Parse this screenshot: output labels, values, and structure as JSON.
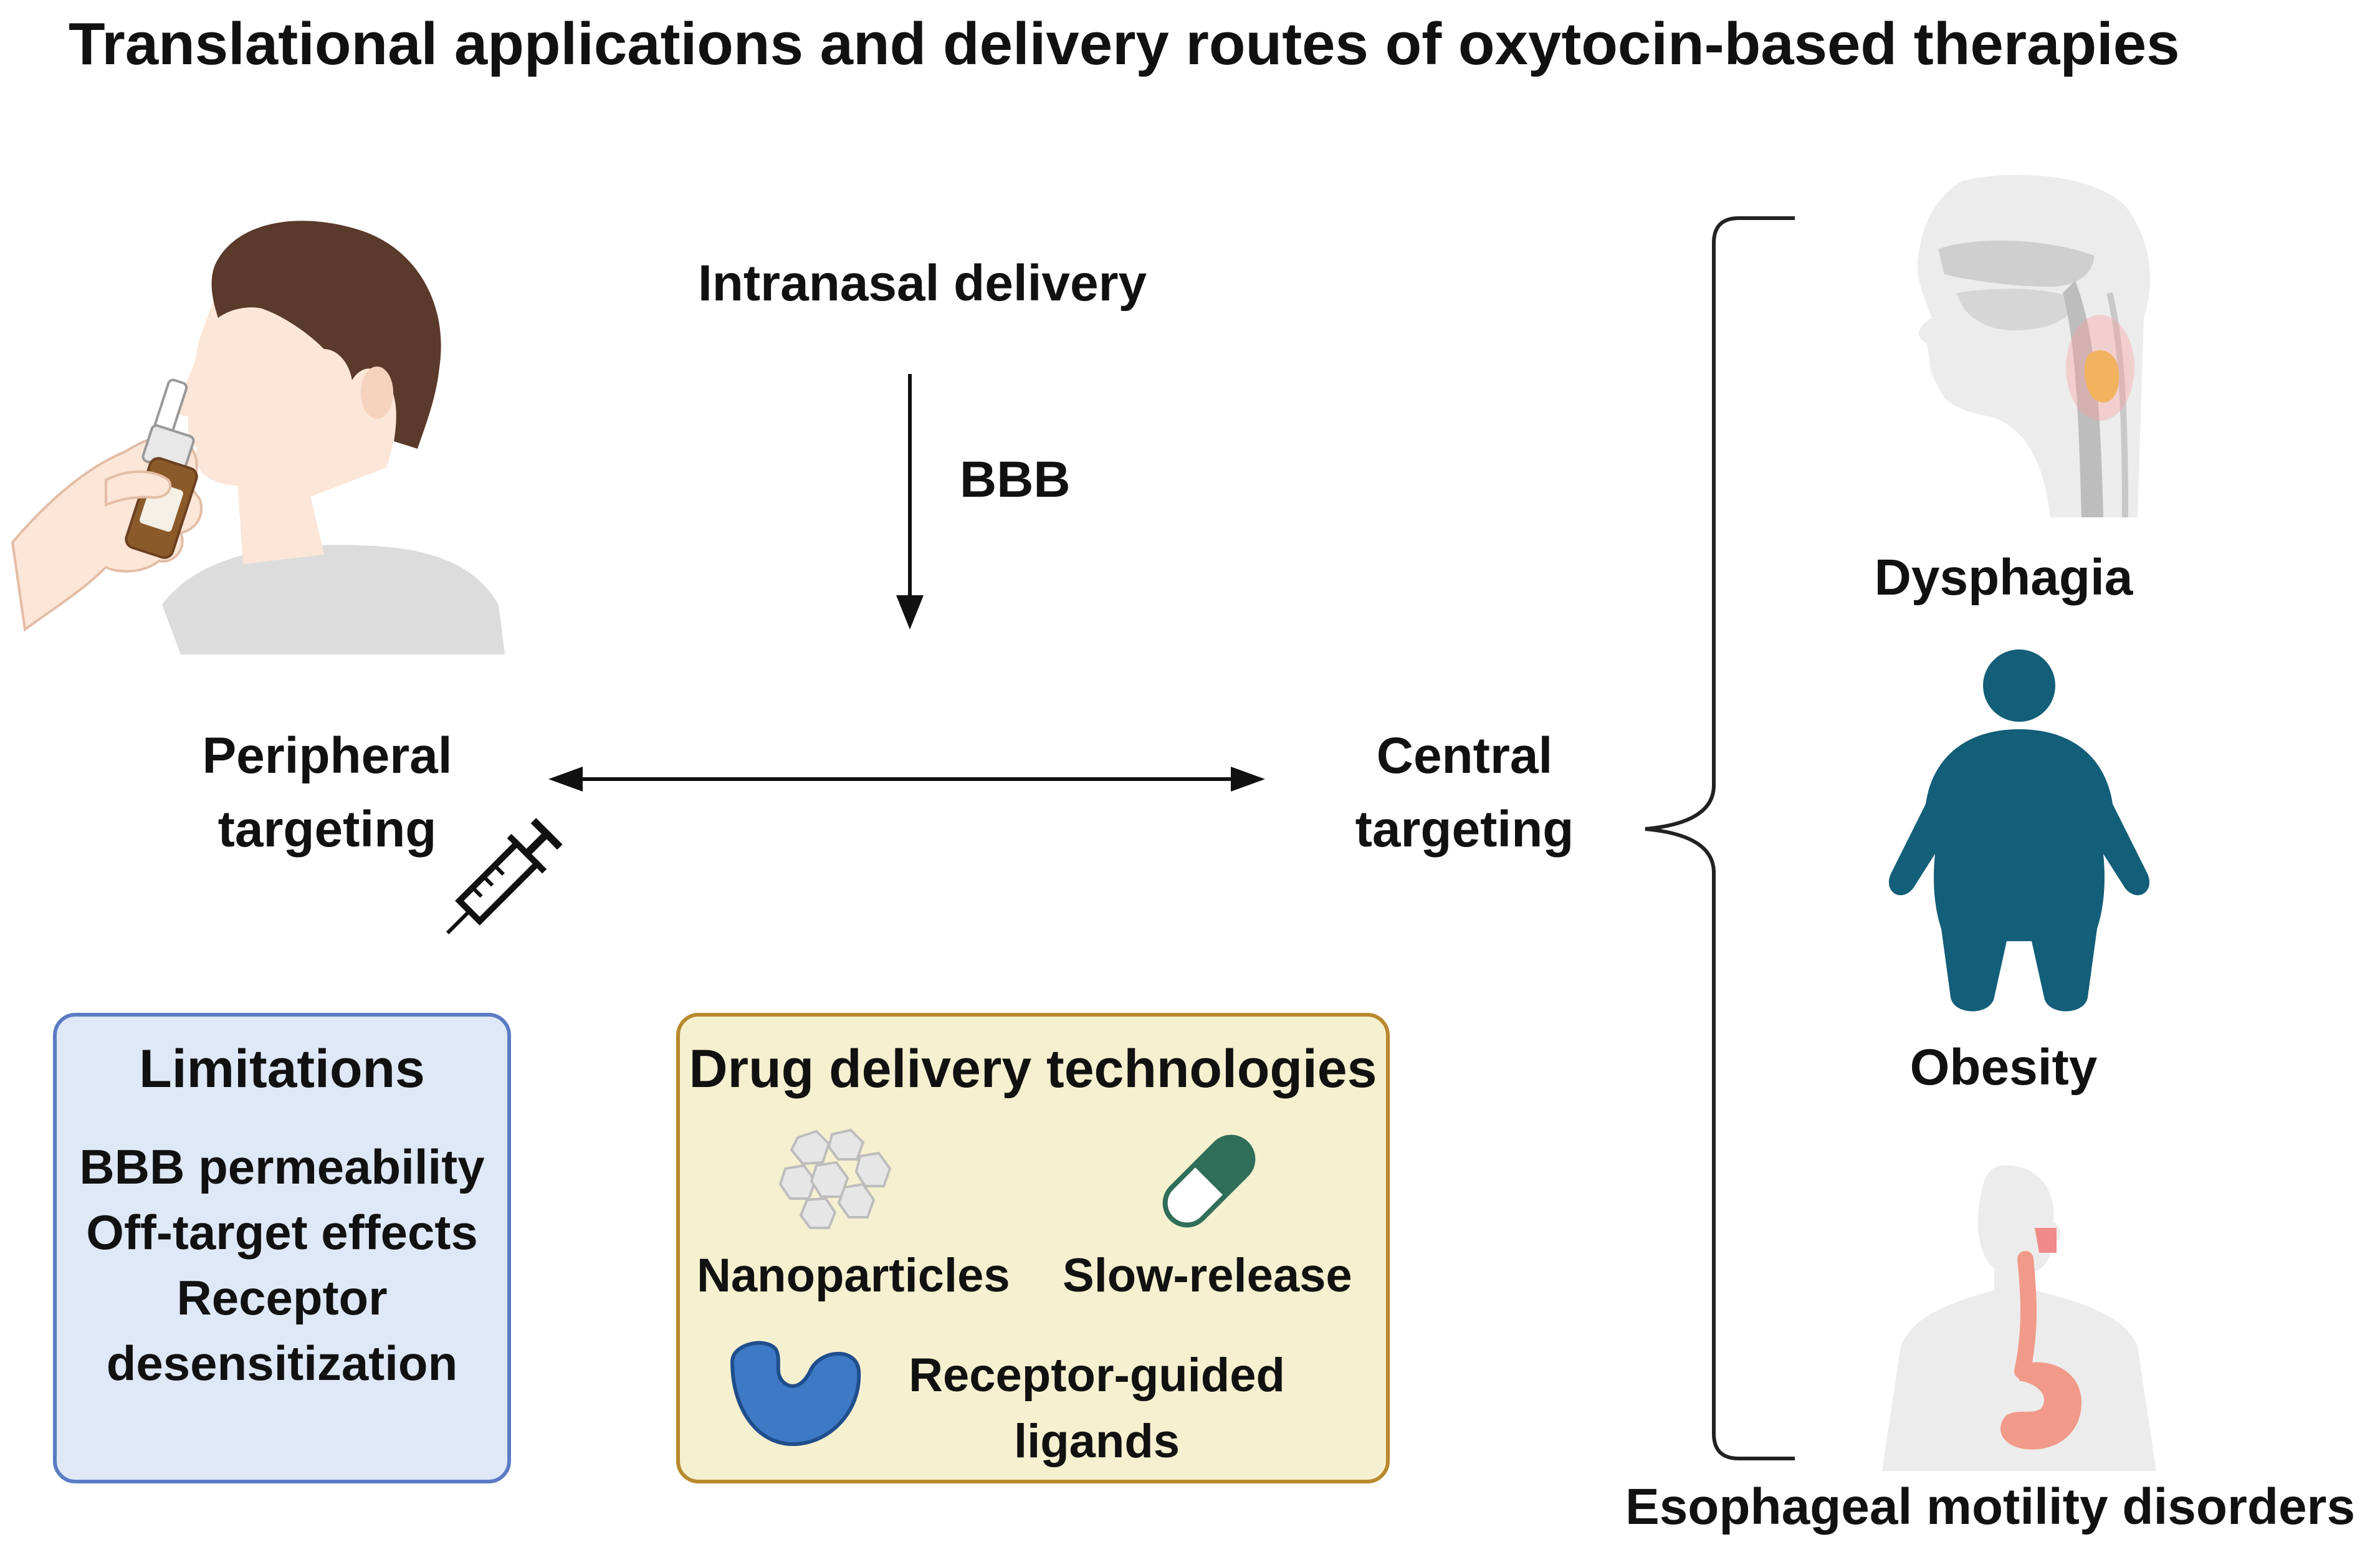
{
  "title": "Translational applications and delivery routes of oxytocin-based therapies",
  "center": {
    "intranasal": "Intranasal delivery",
    "bbb": "BBB",
    "peripheral_line1": "Peripheral",
    "peripheral_line2": "targeting",
    "central_line1": "Central",
    "central_line2": "targeting"
  },
  "limitations": {
    "title": "Limitations",
    "items": [
      "BBB permeability",
      "Off-target effects",
      "Receptor",
      "desensitization"
    ]
  },
  "drug_delivery": {
    "title": "Drug delivery technologies",
    "nanoparticles": "Nanoparticles",
    "slow_release": "Slow-release",
    "receptor_line1": "Receptor-guided",
    "receptor_line2": "ligands"
  },
  "conditions": [
    "Dysphagia",
    "Obesity",
    "Esophageal motility disorders"
  ],
  "colors": {
    "limitations_bg": "#dfe8f7",
    "limitations_border": "#5b7cc4",
    "drug_bg": "#f5f0cf",
    "drug_border": "#b8892e",
    "obesity_figure": "#135e78",
    "receptor_blue": "#3d79c4",
    "capsule_green": "#2f6e58",
    "hair_brown": "#5a3a2b",
    "skin": "#fbe6d8"
  },
  "icons": [
    "person-nasal-spray-icon",
    "syringe-icon",
    "nanoparticle-cluster-icon",
    "capsule-icon",
    "receptor-icon",
    "head-throat-anatomy-icon",
    "obesity-figure-icon",
    "esophagus-anatomy-icon"
  ]
}
